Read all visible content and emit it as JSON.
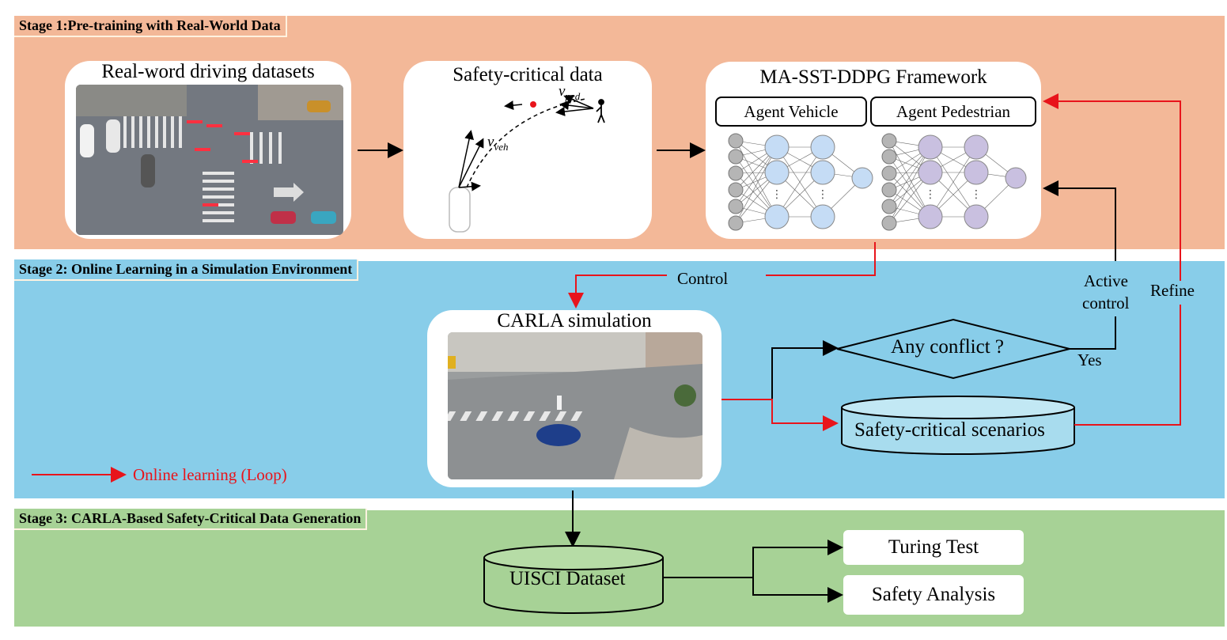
{
  "stages": {
    "stage1": "Stage 1:Pre-training with Real-World Data",
    "stage2": "Stage 2: Online Learning in a Simulation Environment",
    "stage3": "Stage 3: CARLA-Based Safety-Critical Data Generation"
  },
  "cards": {
    "datasets": "Real-word driving datasets",
    "safety_data": "Safety-critical data",
    "framework": "MA-SST-DDPG Framework",
    "carla": "CARLA simulation"
  },
  "agents": {
    "vehicle": "Agent Vehicle",
    "pedestrian": "Agent Pedestrian"
  },
  "labels": {
    "control": "Control",
    "active_control_line1": "Active",
    "active_control_line2": "control",
    "refine": "Refine",
    "yes": "Yes",
    "any_conflict": "Any conflict ?",
    "safety_scenarios": "Safety-critical scenarios",
    "online_learning": "Online learning (Loop)",
    "uisci": "UISCI Dataset",
    "turing": "Turing Test",
    "safety_analysis": "Safety Analysis",
    "v_ped": "v",
    "v_ped_sub": "ped",
    "v_veh": "v",
    "v_veh_sub": "veh"
  },
  "colors": {
    "stage1_bg": "#f3b898",
    "stage2_bg": "#88cde9",
    "stage3_bg": "#a7d296",
    "loop_arrow": "#e8141b",
    "vehicle_nodes": "#c5dcf5",
    "pedestrian_nodes": "#c9c0e0",
    "input_nodes": "#b5b5b5"
  }
}
